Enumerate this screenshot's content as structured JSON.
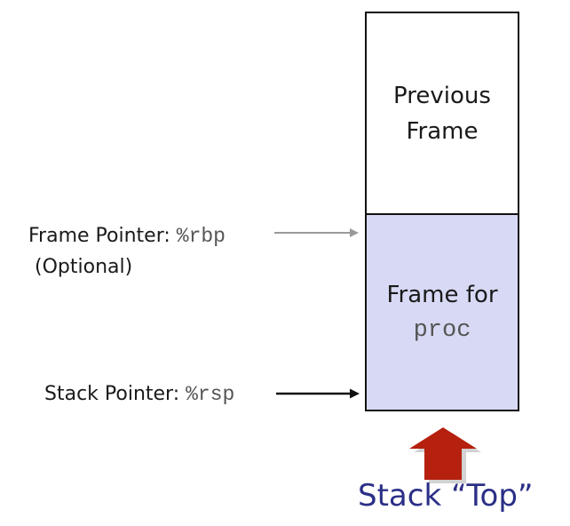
{
  "stack": {
    "previous_frame": {
      "line1": "Previous",
      "line2": "Frame"
    },
    "proc_frame": {
      "line1": "Frame for",
      "line2": "proc"
    }
  },
  "frame_pointer": {
    "label": "Frame Pointer: ",
    "register": "%rbp",
    "note": "(Optional)"
  },
  "stack_pointer": {
    "label": "Stack Pointer: ",
    "register": "%rsp"
  },
  "stack_top_label": "Stack “Top”",
  "colors": {
    "proc_frame_fill": "#d8daf5",
    "stack_top_arrow": "#b5200f",
    "stack_top_text": "#2b2f86",
    "frame_pointer_arrow": "#9a9a9a",
    "stack_pointer_arrow": "#111111"
  }
}
